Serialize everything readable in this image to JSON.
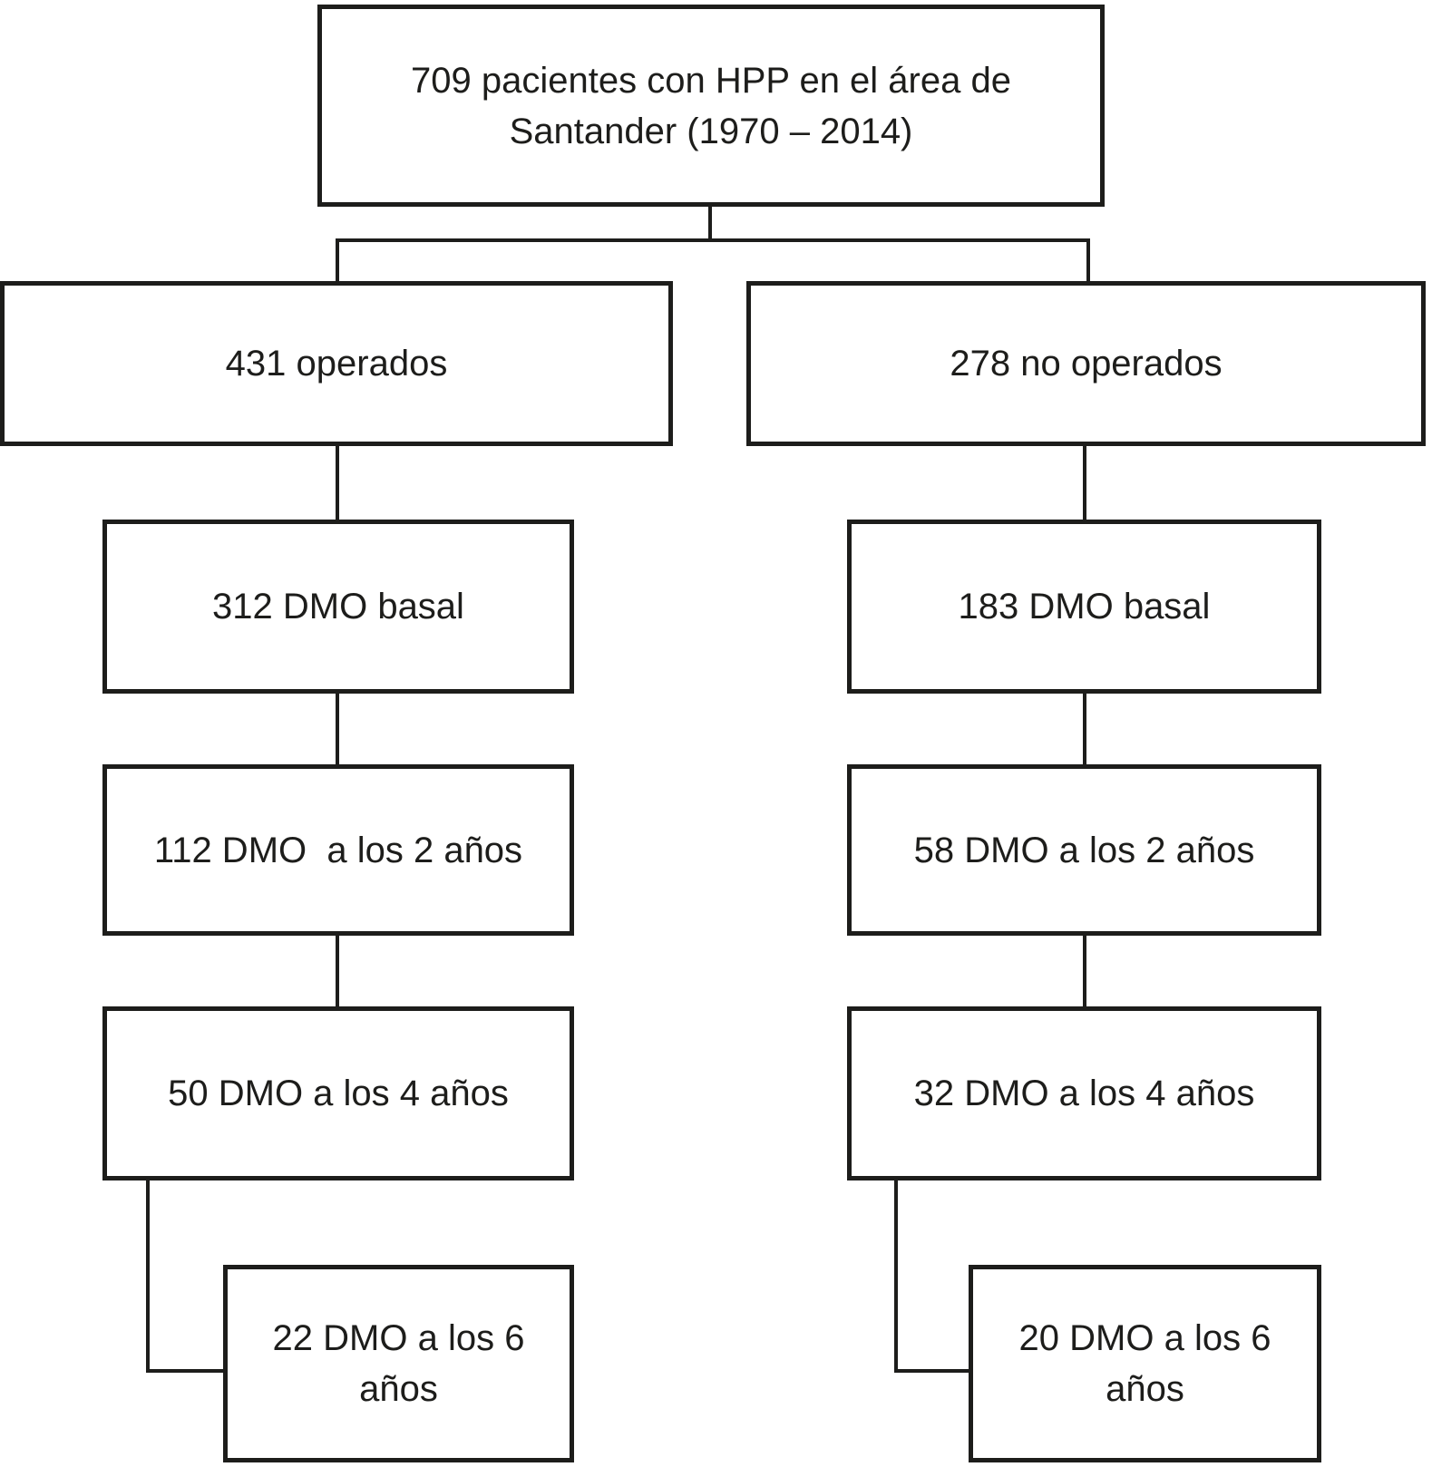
{
  "colors": {
    "line": "#1d1d1b",
    "text": "#1d1d1b",
    "background": "#ffffff"
  },
  "flowchart": {
    "root": {
      "line1": "709 pacientes con HPP en el área de",
      "line2": "Santander (1970 – 2014)"
    },
    "left": {
      "operated": "431 operados",
      "dmo_basal": "312 DMO basal",
      "dmo_2y": "112 DMO  a los 2 años",
      "dmo_4y": "50 DMO a los 4 años",
      "dmo_6y_line1": "22 DMO a los 6",
      "dmo_6y_line2": "años"
    },
    "right": {
      "operated": "278 no operados",
      "dmo_basal": "183 DMO basal",
      "dmo_2y": "58 DMO a los 2 años",
      "dmo_4y": "32 DMO a los 4 años",
      "dmo_6y_line1": "20 DMO a los 6",
      "dmo_6y_line2": "años"
    }
  }
}
